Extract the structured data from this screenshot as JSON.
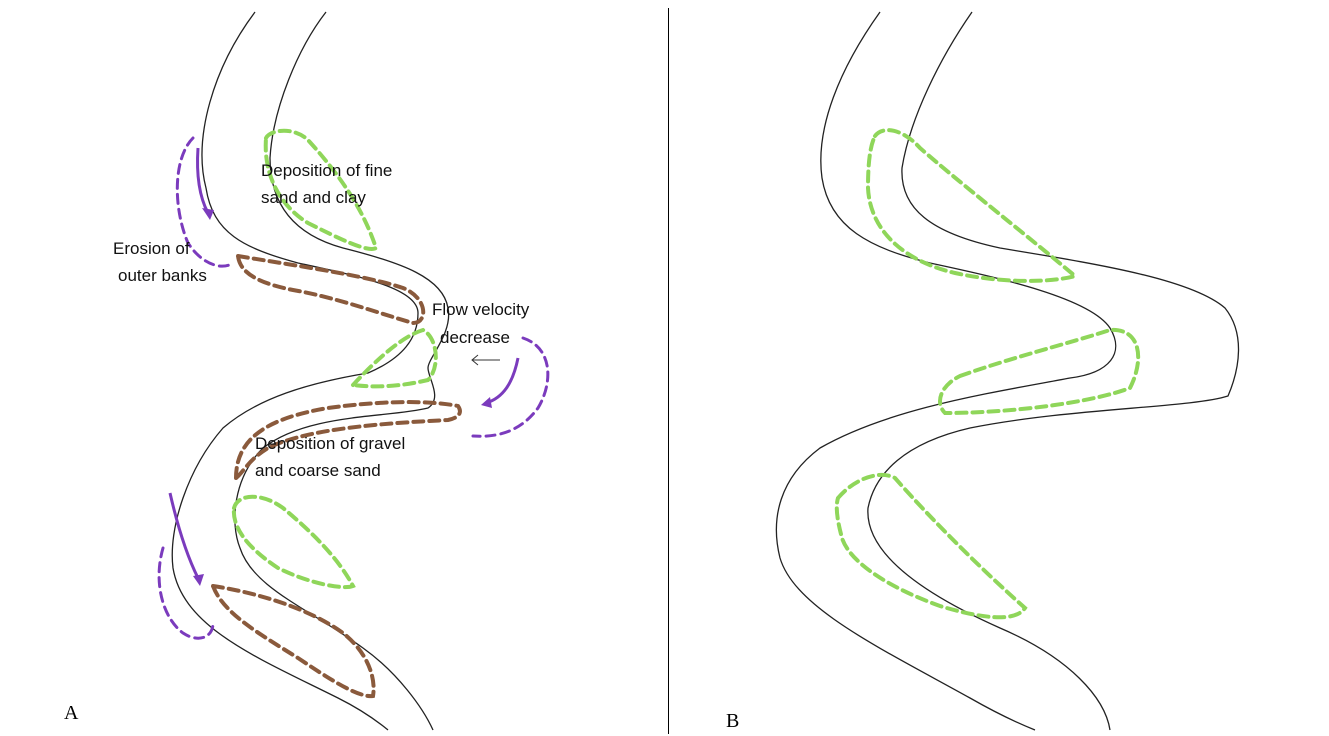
{
  "panel_a": {
    "letter": "A",
    "labels": {
      "fine_line1": "Deposition of fine",
      "fine_line2": "sand and clay",
      "erosion_line1": "Erosion of",
      "erosion_line2": "outer banks",
      "flow_line1": "Flow velocity",
      "flow_line2": "decrease",
      "gravel_line1": "Deposition of gravel",
      "gravel_line2": "and coarse sand"
    }
  },
  "panel_b": {
    "letter": "B"
  },
  "colors": {
    "river_bank": "#222222",
    "fine_deposit": "#8fd65a",
    "coarse_deposit": "#8a5a3c",
    "erosion": "#7b3bbd",
    "frame": "#000000"
  }
}
